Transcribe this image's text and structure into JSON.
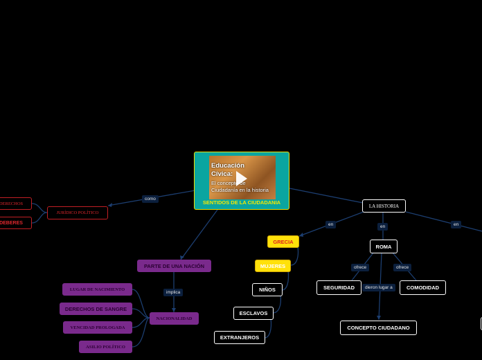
{
  "central": {
    "video_title_line1": "Educación",
    "video_title_line2": "Cívica:",
    "video_title_line3": "El concepto de",
    "video_title_line4": "Ciudadanía en la historia",
    "play_icon": "play-icon",
    "title": "SENTIDOS DE LA CIUDADANIA"
  },
  "left": {
    "como_label": "como",
    "juridico": "JURÍDICO POLÍTICO",
    "derechos": "DERECHOS",
    "deberes": "DEBERES"
  },
  "nation": {
    "parte": "PARTE DE UNA NACIÓN",
    "implica_label": "implica",
    "nacionalidad": "NACIONALIDAD",
    "lugar": "LUGAR DE NACIMIENTO",
    "derechos_sangre": "DERECHOS DE SANGRE",
    "vencidad": "VENCIDAD PROLOGADA",
    "asilio": "ASILIO POLÍTICO"
  },
  "history": {
    "title": "LA HISTORIA",
    "en1": "en",
    "en2": "en",
    "en3": "en",
    "grecia": "GRECIA",
    "mujeres": "MUJERES",
    "ninos": "NIÑOS",
    "esclavos": "ESCLAVOS",
    "extranjeros": "EXTRANJEROS",
    "roma": "ROMA",
    "ofrece1": "ofrece",
    "ofrece2": "ofrece",
    "seguridad": "SEGURIDAD",
    "comodidad": "COMODIDAD",
    "dieron": "dieron lugar a",
    "concepto": "CONCEPTO CIUDADANO"
  },
  "colors": {
    "background": "#000000",
    "central_fill": "#0aa5a0",
    "central_border": "#f1e000",
    "link": "#1c3e70",
    "red": "#c21f24",
    "purple": "#7a2a8c",
    "yellow": "#ffe10a"
  }
}
